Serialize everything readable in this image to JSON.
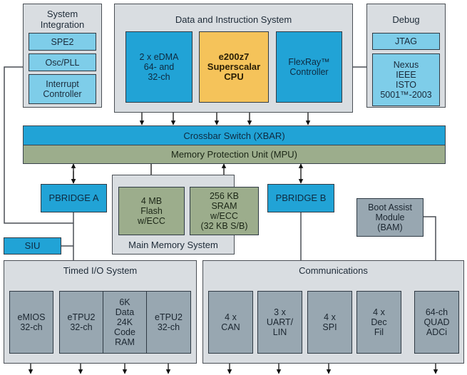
{
  "system_integration": {
    "title": "System\nIntegration",
    "blocks": [
      "SPE2",
      "Osc/PLL",
      "Interrupt\nController"
    ]
  },
  "data_instruction": {
    "title": "Data and Instruction System",
    "edma": "2 x eDMA\n64- and\n32-ch",
    "cpu": "e200z7\nSuperscalar\nCPU",
    "flexray": "FlexRay™\nController"
  },
  "debug": {
    "title": "Debug",
    "jtag": "JTAG",
    "nexus": "Nexus\nIEEE\nISTO\n5001™-2003"
  },
  "xbar": "Crossbar Switch (XBAR)",
  "mpu": "Memory Protection Unit (MPU)",
  "pbridge_a": "PBRIDGE A",
  "pbridge_b": "PBRIDGE B",
  "siu": "SIU",
  "main_memory": {
    "title": "Main Memory System",
    "flash": "4 MB\nFlash\nw/ECC",
    "sram": "256 KB\nSRAM\nw/ECC\n(32 KB S/B)"
  },
  "bam": "Boot Assist\nModule\n(BAM)",
  "timed_io": {
    "title": "Timed I/O System",
    "blocks": [
      "eMIOS\n32-ch",
      "eTPU2\n32-ch",
      "6K\nData\n24K\nCode\nRAM",
      "eTPU2\n32-ch"
    ]
  },
  "communications": {
    "title": "Communications",
    "blocks": [
      "4 x\nCAN",
      "3 x\nUART/\nLIN",
      "4 x\nSPI",
      "4 x\nDec\nFil",
      "64-ch\nQUAD\nADCi"
    ]
  }
}
